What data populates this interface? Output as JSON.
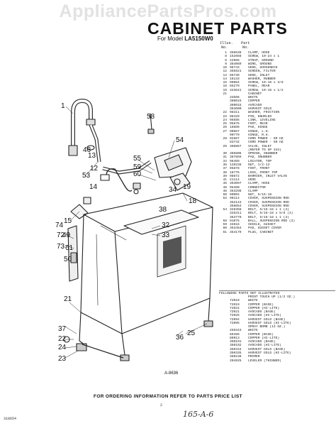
{
  "watermark": "AppliancePartsPros.com",
  "header": {
    "title": "CABINET PARTS",
    "subtitle_prefix": "For Model",
    "model": "LA5150W0",
    "col_illus": "Illus.",
    "col_part": "Part",
    "col_no": "No.",
    "col_no2": "No."
  },
  "parts": [
    {
      "no": "1",
      "part": "356638",
      "desc": "CLAMP, HOSE"
    },
    {
      "no": "8",
      "part": "152668",
      "desc": "SCREW, 10-24 x 1"
    },
    {
      "no": "9",
      "part": "22966",
      "desc": "STRAP, GROUND"
    },
    {
      "no": "9",
      "part": "384089",
      "desc": "WIRE, GROUND"
    },
    {
      "no": "10",
      "part": "96743",
      "desc": "HOSE, GOOSENECK"
    },
    {
      "no": "12",
      "part": "355521",
      "desc": "SCREEN, FILTER"
    },
    {
      "no": "13",
      "part": "85739",
      "desc": "HOSE, INLET"
    },
    {
      "no": "14",
      "part": "16133",
      "desc": "WASHER, RUBBER"
    },
    {
      "no": "15",
      "part": "90864",
      "desc": "SCREW, 10-16 x 3/8"
    },
    {
      "no": "18",
      "part": "85279",
      "desc": "PANEL, REAR"
    },
    {
      "no": "19",
      "part": "343641",
      "desc": "SCREW, 10-16 x 1/2"
    },
    {
      "no": "21",
      "part": "",
      "desc": "CABINET"
    },
    {
      "no": "",
      "part": "33566",
      "desc": "WHITE"
    },
    {
      "no": "",
      "part": "360015",
      "desc": "COPPER"
    },
    {
      "no": "",
      "part": "360015",
      "desc": "AVOCADO"
    },
    {
      "no": "",
      "part": "363600",
      "desc": "HARVEST GOLD"
    },
    {
      "no": "22",
      "part": "98411",
      "desc": "WASHER, FRICTION"
    },
    {
      "no": "23",
      "part": "98429",
      "desc": "PIN, KNURLED"
    },
    {
      "no": "24",
      "part": "95585",
      "desc": "LINK, LEVELING"
    },
    {
      "no": "25",
      "part": "95876",
      "desc": "FOOT, REAR"
    },
    {
      "no": "26",
      "part": "18889",
      "desc": "PAD, HINGE"
    },
    {
      "no": "27",
      "part": "90857",
      "desc": "HINGE, L.H."
    },
    {
      "no": "",
      "part": "90779",
      "desc": "HINGE, R.H."
    },
    {
      "no": "28",
      "part": "92667",
      "desc": "CORD POWER - 60 HZ"
    },
    {
      "no": "",
      "part": "83742",
      "desc": "CORD POWER - 50 HZ"
    },
    {
      "no": "29",
      "part": "360867",
      "desc": "VALVE, INLET"
    },
    {
      "no": "",
      "part": "",
      "desc": "(REFER TO SP 343)"
    },
    {
      "no": "30",
      "part": "386806",
      "desc": "SPRING, SNUBBER"
    },
    {
      "no": "31",
      "part": "387655",
      "desc": "PAD, SNUBBER"
    },
    {
      "no": "34",
      "part": "98469",
      "desc": "LOCATOR, TOP"
    },
    {
      "no": "36",
      "part": "120238",
      "desc": "NUT, 1/2-13"
    },
    {
      "no": "37",
      "part": "95878",
      "desc": "FOOT, FRONT"
    },
    {
      "no": "38",
      "part": "18776",
      "desc": "LOCK, FRONT TOP"
    },
    {
      "no": "39",
      "part": "98872",
      "desc": "BARRIER, INLET VALVE"
    },
    {
      "no": "41",
      "part": "21114",
      "desc": "HOSE"
    },
    {
      "no": "45",
      "part": "353097",
      "desc": "CLAMP, HOSE"
    },
    {
      "no": "46",
      "part": "95480",
      "desc": "CONNECTOR"
    },
    {
      "no": "48",
      "part": "353298",
      "desc": "CLAMP"
    },
    {
      "no": "50",
      "part": "90904",
      "desc": "NUT, 5/16-18"
    },
    {
      "no": "53",
      "part": "90114",
      "desc": "COVER, SUSPENSION ROD"
    },
    {
      "no": "",
      "part": "352143",
      "desc": "COVER, SUSPENSION ROD"
    },
    {
      "no": "",
      "part": "356654",
      "desc": "COVER, SUSPENSION ROD"
    },
    {
      "no": "54",
      "part": "328358",
      "desc": "BOLT, 5/16-18 x 1 (3)"
    },
    {
      "no": "",
      "part": "326311",
      "desc": "BOLT, 5/16-18 x 5/8 (3)"
    },
    {
      "no": "",
      "part": "363770",
      "desc": "BOLT, 5/16-18 x 1 (3)"
    },
    {
      "no": "58",
      "part": "91075",
      "desc": "BALL, SUSPENSION ROD (3)"
    },
    {
      "no": "59",
      "part": "34616",
      "desc": "SHIELD, GUSSET"
    },
    {
      "no": "60",
      "part": "353454",
      "desc": "PAD, GUSSET COVER"
    },
    {
      "no": "61",
      "part": "354179",
      "desc": "PLUG, CABINET"
    }
  ],
  "following_heading": "FOLLOWING PARTS NOT ILLUSTRATED",
  "not_illustrated": [
    {
      "part": "",
      "desc": "PRINT TOUCH UP (1/2 OZ.)"
    },
    {
      "part": "72019",
      "desc": "WHITE"
    },
    {
      "part": "72019",
      "desc": "COPPER (BASE)"
    },
    {
      "part": "72024",
      "desc": "COPPER (HI-LITE)"
    },
    {
      "part": "72021",
      "desc": "AVOCADO (BASE)"
    },
    {
      "part": "72025",
      "desc": "AVOCADO (HI-LITE)"
    },
    {
      "part": "72094",
      "desc": "HARVEST GOLD (BASE)"
    },
    {
      "part": "72095",
      "desc": "HARVEST GOLD (HI-LITE)"
    },
    {
      "part": "",
      "desc": "SPRAY BOMB (13 OZ.)"
    },
    {
      "part": "259343",
      "desc": "WHITE"
    },
    {
      "part": "89465",
      "desc": "COPPER (BASE)"
    },
    {
      "part": "89913",
      "desc": "COPPER (HI-LITE)"
    },
    {
      "part": "350191",
      "desc": "AVOCADO (BASE)"
    },
    {
      "part": "350192",
      "desc": "AVOCADO (HI-LITE)"
    },
    {
      "part": "350334",
      "desc": "HARVEST GOLD (BASE)"
    },
    {
      "part": "350335",
      "desc": "HARVEST GOLD (HI-LITE)"
    },
    {
      "part": "350238",
      "desc": "PRIMER"
    },
    {
      "part": "204925",
      "desc": "LEVELER (THINNER)"
    }
  ],
  "callouts": [
    "1",
    "46",
    "13",
    "53",
    "12",
    "14",
    "58",
    "54",
    "55",
    "59",
    "60",
    "19",
    "18",
    "15",
    "49",
    "61",
    "50",
    "34",
    "38",
    "74",
    "72",
    "73",
    "32",
    "33",
    "21",
    "37",
    "22",
    "24",
    "23",
    "25",
    "36"
  ],
  "art_code": "A-8636",
  "footer": "FOR ORDERING INFORMATION REFER TO PARTS PRICE LIST",
  "page_number": "2",
  "doc_number": "318654",
  "handwritten": "165-A-6"
}
